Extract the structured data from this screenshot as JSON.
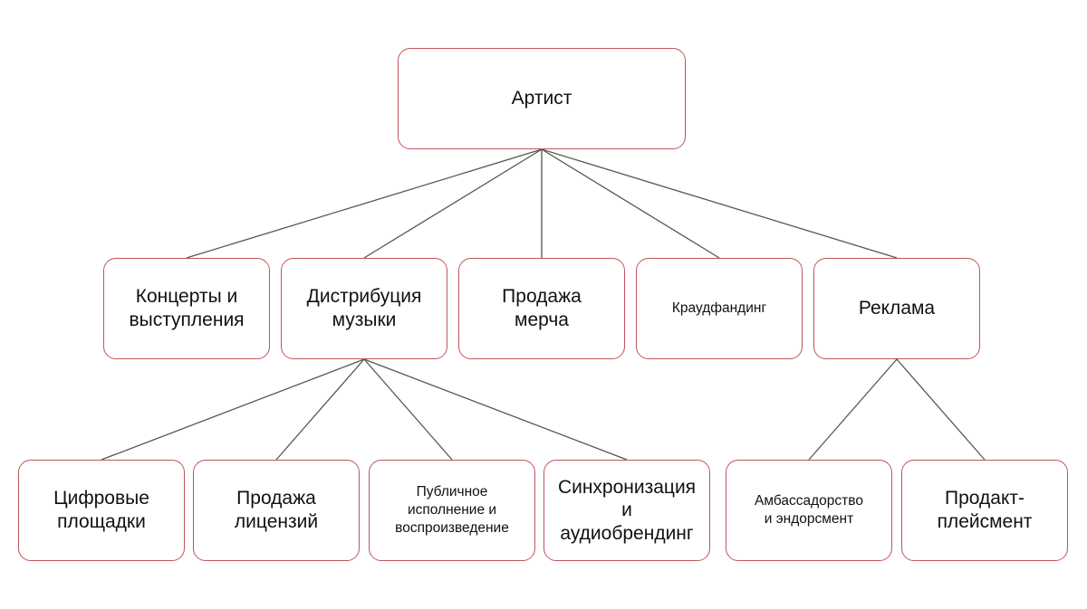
{
  "diagram": {
    "root": {
      "label": "Артист"
    },
    "level1": [
      {
        "label": "Концерты и\nвыступления"
      },
      {
        "label": "Дистрибуция\nмузыки"
      },
      {
        "label": "Продажа\nмерча"
      },
      {
        "label": "Краудфандинг"
      },
      {
        "label": "Реклама"
      }
    ],
    "level2": [
      {
        "label": "Цифровые\nплощадки",
        "parent": "Дистрибуция\nмузыки"
      },
      {
        "label": "Продажа\nлицензий",
        "parent": "Дистрибуция\nмузыки"
      },
      {
        "label": "Публичное\nисполнение и\nвоспроизведение",
        "parent": "Дистрибуция\nмузыки"
      },
      {
        "label": "Синхронизация\nи\nаудиобрендинг",
        "parent": "Дистрибуция\nмузыки"
      },
      {
        "label": "Амбассадорство\nи эндорсмент",
        "parent": "Реклама"
      },
      {
        "label": "Продакт-\nплейсмент",
        "parent": "Реклама"
      }
    ],
    "colors": {
      "node_border": "#c0545c",
      "edge": "#555555",
      "background": "#ffffff"
    }
  }
}
